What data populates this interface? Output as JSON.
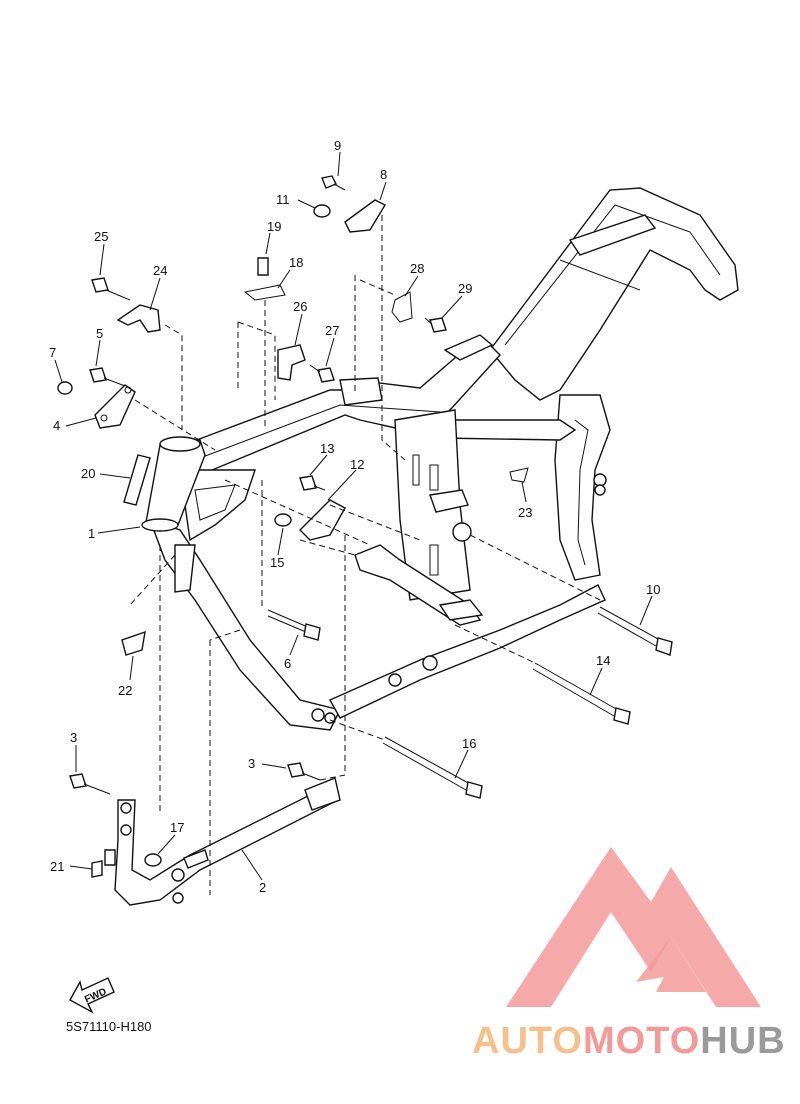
{
  "diagram": {
    "code": "5S71110-H180",
    "fwd_label": "FWD",
    "callouts": [
      "1",
      "2",
      "3",
      "3",
      "4",
      "5",
      "6",
      "7",
      "8",
      "9",
      "10",
      "11",
      "12",
      "13",
      "14",
      "15",
      "16",
      "17",
      "18",
      "19",
      "20",
      "21",
      "22",
      "23",
      "24",
      "25",
      "26",
      "27",
      "28",
      "29"
    ]
  },
  "watermark": {
    "part_a": "AUTO",
    "part_b": "MOTO",
    "part_c": "HUB",
    "color_auto": "#f6c08a",
    "color_moto": "#f39a99",
    "color_hub": "#9a9a9a"
  }
}
